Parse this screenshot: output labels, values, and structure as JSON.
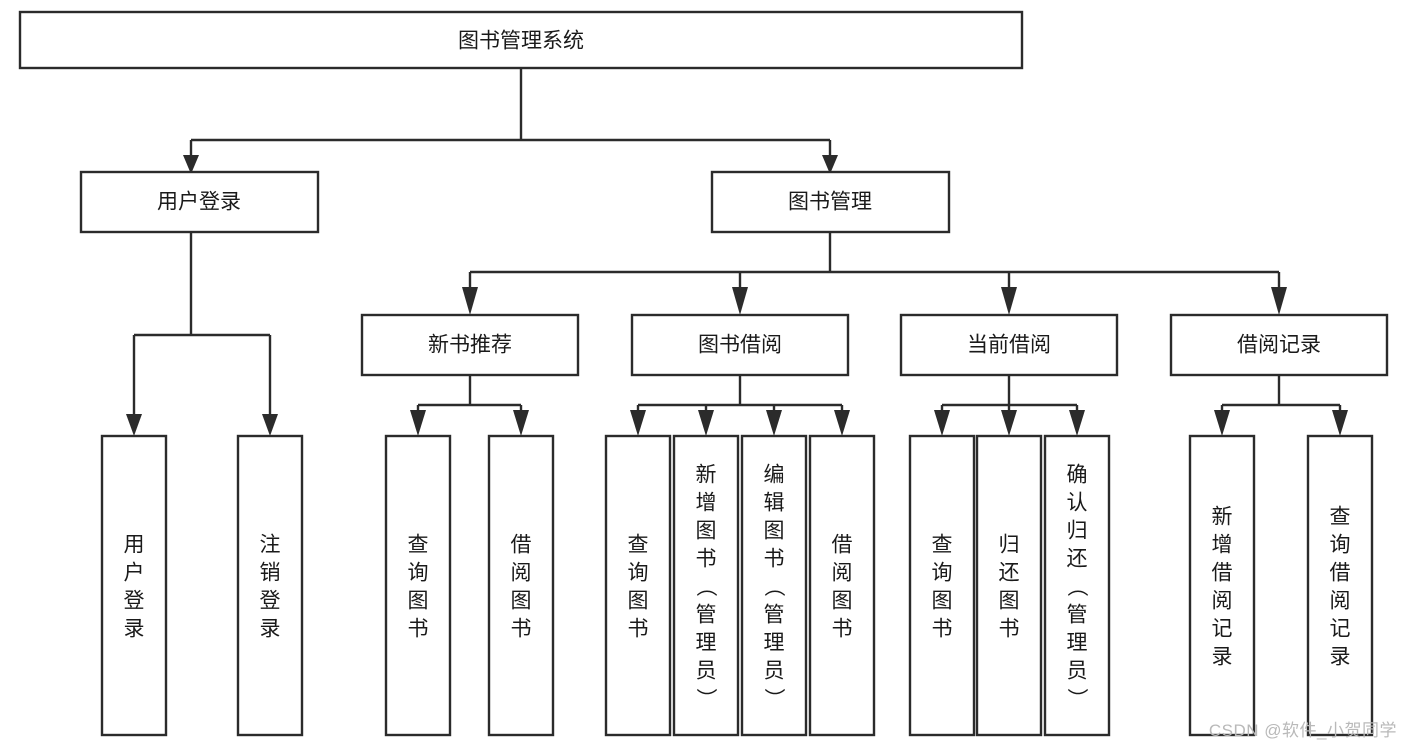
{
  "diagram": {
    "type": "tree",
    "title": "图书管理系统",
    "orientation": "top-down",
    "root": {
      "id": "root",
      "label": "图书管理系统",
      "level": 1
    },
    "level2": [
      {
        "id": "user-login",
        "label": "用户登录"
      },
      {
        "id": "book-manage",
        "label": "图书管理"
      }
    ],
    "level3": [
      {
        "id": "new-book-rec",
        "label": "新书推荐",
        "parent": "book-manage"
      },
      {
        "id": "book-borrow",
        "label": "图书借阅",
        "parent": "book-manage"
      },
      {
        "id": "current-borrow",
        "label": "当前借阅",
        "parent": "book-manage"
      },
      {
        "id": "borrow-record",
        "label": "借阅记录",
        "parent": "book-manage"
      }
    ],
    "leaves": [
      {
        "id": "leaf-user-login",
        "label": "用户登录",
        "parent": "user-login"
      },
      {
        "id": "leaf-logout",
        "label": "注销登录",
        "parent": "user-login"
      },
      {
        "id": "leaf-query-book-1",
        "label": "查询图书",
        "parent": "new-book-rec"
      },
      {
        "id": "leaf-borrow-book-1",
        "label": "借阅图书",
        "parent": "new-book-rec"
      },
      {
        "id": "leaf-query-book-2",
        "label": "查询图书",
        "parent": "book-borrow"
      },
      {
        "id": "leaf-add-book",
        "label": "新增图书（管理员）",
        "parent": "book-borrow"
      },
      {
        "id": "leaf-edit-book",
        "label": "编辑图书（管理员）",
        "parent": "book-borrow"
      },
      {
        "id": "leaf-borrow-book-2",
        "label": "借阅图书",
        "parent": "book-borrow"
      },
      {
        "id": "leaf-query-book-3",
        "label": "查询图书",
        "parent": "current-borrow"
      },
      {
        "id": "leaf-return-book",
        "label": "归还图书",
        "parent": "current-borrow"
      },
      {
        "id": "leaf-confirm-return",
        "label": "确认归还（管理员）",
        "parent": "current-borrow"
      },
      {
        "id": "leaf-add-record",
        "label": "新增借阅记录",
        "parent": "borrow-record"
      },
      {
        "id": "leaf-query-record",
        "label": "查询借阅记录",
        "parent": "borrow-record"
      }
    ],
    "colors": {
      "box_fill": "#ffffff",
      "box_stroke": "#2b2b2b",
      "text": "#1a1a1a",
      "background": "#ffffff",
      "watermark": "#b9b9b9"
    }
  },
  "watermark": {
    "text": "CSDN @软件_小贺同学"
  }
}
